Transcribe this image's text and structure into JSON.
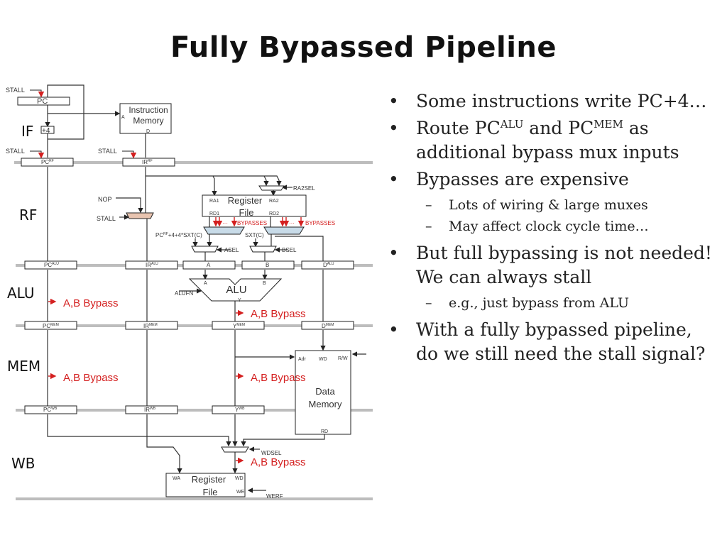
{
  "title": "Fully Bypassed Pipeline",
  "diagram": {
    "stages": [
      "IF",
      "RF",
      "ALU",
      "MEM",
      "WB"
    ],
    "stall": "STALL",
    "pc": "PC",
    "plus4": "+4",
    "imem": {
      "line1": "Instruction",
      "line2": "Memory",
      "a": "A",
      "d": "D"
    },
    "regs": {
      "pc": "PC",
      "ir": "IR",
      "a": "A",
      "b": "B",
      "d": "D",
      "y": "Y",
      "rf": "RF",
      "alu": "ALU",
      "mem": "MEM",
      "wb": "WB"
    },
    "nop": "NOP",
    "ra2sel": "RA2SEL",
    "regfile": {
      "line1": "Register",
      "line2": "File",
      "ra1": "RA1",
      "ra2": "RA2",
      "rd1": "RD1",
      "rd2": "RD2",
      "wa": "WA",
      "wd": "WD",
      "we": "WE"
    },
    "bypasses": "BYPASSES",
    "dots": "···",
    "pc_branch": "+4+4*SXT(C)",
    "sxtc": "SXT(C)",
    "asel": "ASEL",
    "bsel": "BSEL",
    "alu": "ALU",
    "alufn": "ALUFN",
    "alu_a": "A",
    "alu_b": "B",
    "alu_y": "Y",
    "ab_bypass": "A,B Bypass",
    "dmem": {
      "line1": "Data",
      "line2": "Memory",
      "adr": "Adr",
      "wd": "WD",
      "rw": "R/W",
      "rd": "RD"
    },
    "wdsel": "WDSEL",
    "werf": "WERF",
    "colors": {
      "bypass": "#d42020",
      "stall_mux": "#e8c4b0",
      "bypass_mux": "#c8dbe8",
      "pipe_bar": "#bdbdbd"
    }
  },
  "bullets": [
    {
      "text": "Some instructions write PC+4…"
    },
    {
      "pre": "Route PC",
      "sup1": "ALU",
      "mid": " and PC",
      "sup2": "MEM",
      "post": " as additional bypass mux inputs"
    },
    {
      "text": "Bypasses are expensive",
      "subs": [
        "Lots of wiring & large muxes",
        "May affect clock cycle time…"
      ]
    },
    {
      "text": "But full bypassing is not needed! We can always stall",
      "subs": [
        "e.g., just bypass from ALU"
      ]
    },
    {
      "text": "With a fully bypassed pipeline, do we still need the stall signal?"
    }
  ],
  "bullet_glyph": "•",
  "dash_glyph": "–"
}
